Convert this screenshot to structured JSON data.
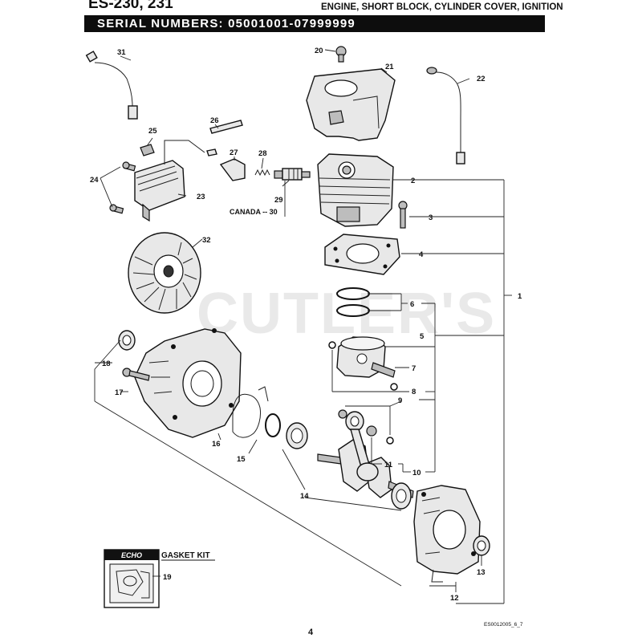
{
  "header": {
    "model": "ES-230, 231",
    "section": "ENGINE, SHORT BLOCK, CYLINDER COVER, IGNITION",
    "serial_label": "SERIAL NUMBERS: 05001001-07999999"
  },
  "watermark": "CUTLER'S",
  "gasket_kit": {
    "brand": "ECHO",
    "title": "GASKET KIT",
    "callout": "19"
  },
  "callouts": {
    "c1": "1",
    "c2": "2",
    "c3": "3",
    "c4": "4",
    "c5": "5",
    "c6": "6",
    "c7": "7",
    "c8": "8",
    "c9": "9",
    "c10": "10",
    "c11": "11",
    "c12": "12",
    "c13": "13",
    "c14": "14",
    "c15": "15",
    "c16": "16",
    "c17": "17",
    "c18": "18",
    "c20": "20",
    "c21": "21",
    "c22": "22",
    "c23": "23",
    "c24": "24",
    "c25": "25",
    "c26": "26",
    "c27": "27",
    "c28": "28",
    "c29": "29",
    "c30": "CANADA -- 30",
    "c31": "31",
    "c32": "32"
  },
  "footer": {
    "page_number": "4",
    "doc_code": "ES0012005_6_7"
  },
  "colors": {
    "ink": "#111111",
    "header_bar": "#0d0d0d",
    "watermark": "#cfcfcf"
  }
}
